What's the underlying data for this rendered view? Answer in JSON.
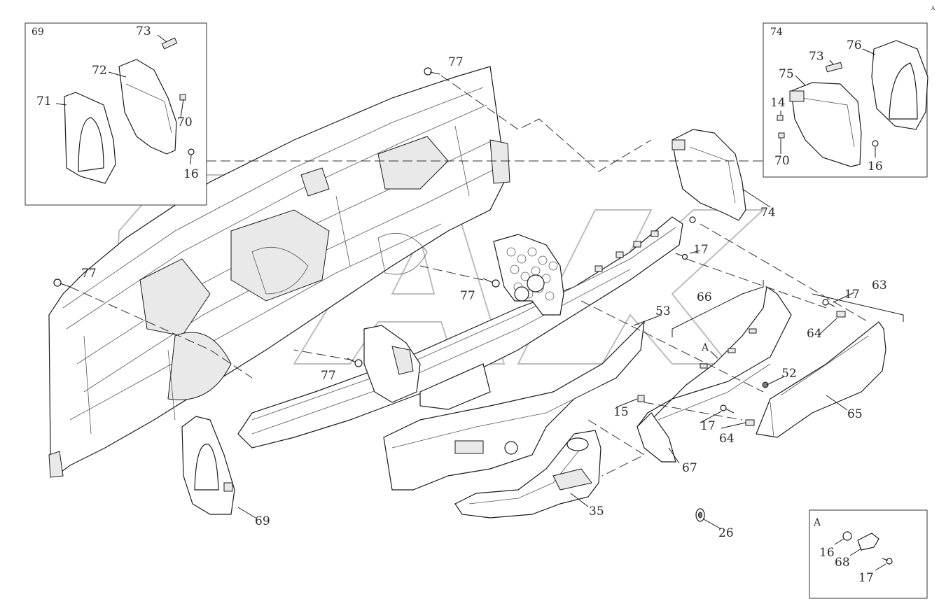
{
  "inset_left": {
    "label": "69",
    "parts": {
      "p73": "73",
      "p72": "72",
      "p71": "71",
      "p70": "70",
      "p16": "16"
    }
  },
  "inset_right": {
    "label": "74",
    "parts": {
      "p73": "73",
      "p76": "76",
      "p75": "75",
      "p14": "14",
      "p70": "70",
      "p16": "16"
    }
  },
  "inset_detail": {
    "label": "A",
    "parts": {
      "p16": "16",
      "p68": "68",
      "p17": "17"
    }
  },
  "callouts": {
    "c77_top": "77",
    "c77_left": "77",
    "c77_mid": "77",
    "c77_low": "77",
    "c74": "74",
    "c17_a": "17",
    "c17_b": "17",
    "c17_c": "17",
    "c63": "63",
    "c66": "66",
    "c53": "53",
    "cA": "A",
    "c64_a": "64",
    "c64_b": "64",
    "c52": "52",
    "c15": "15",
    "c65": "65",
    "c67": "67",
    "c35": "35",
    "c69": "69",
    "c26": "26"
  },
  "corner_mark": "A"
}
